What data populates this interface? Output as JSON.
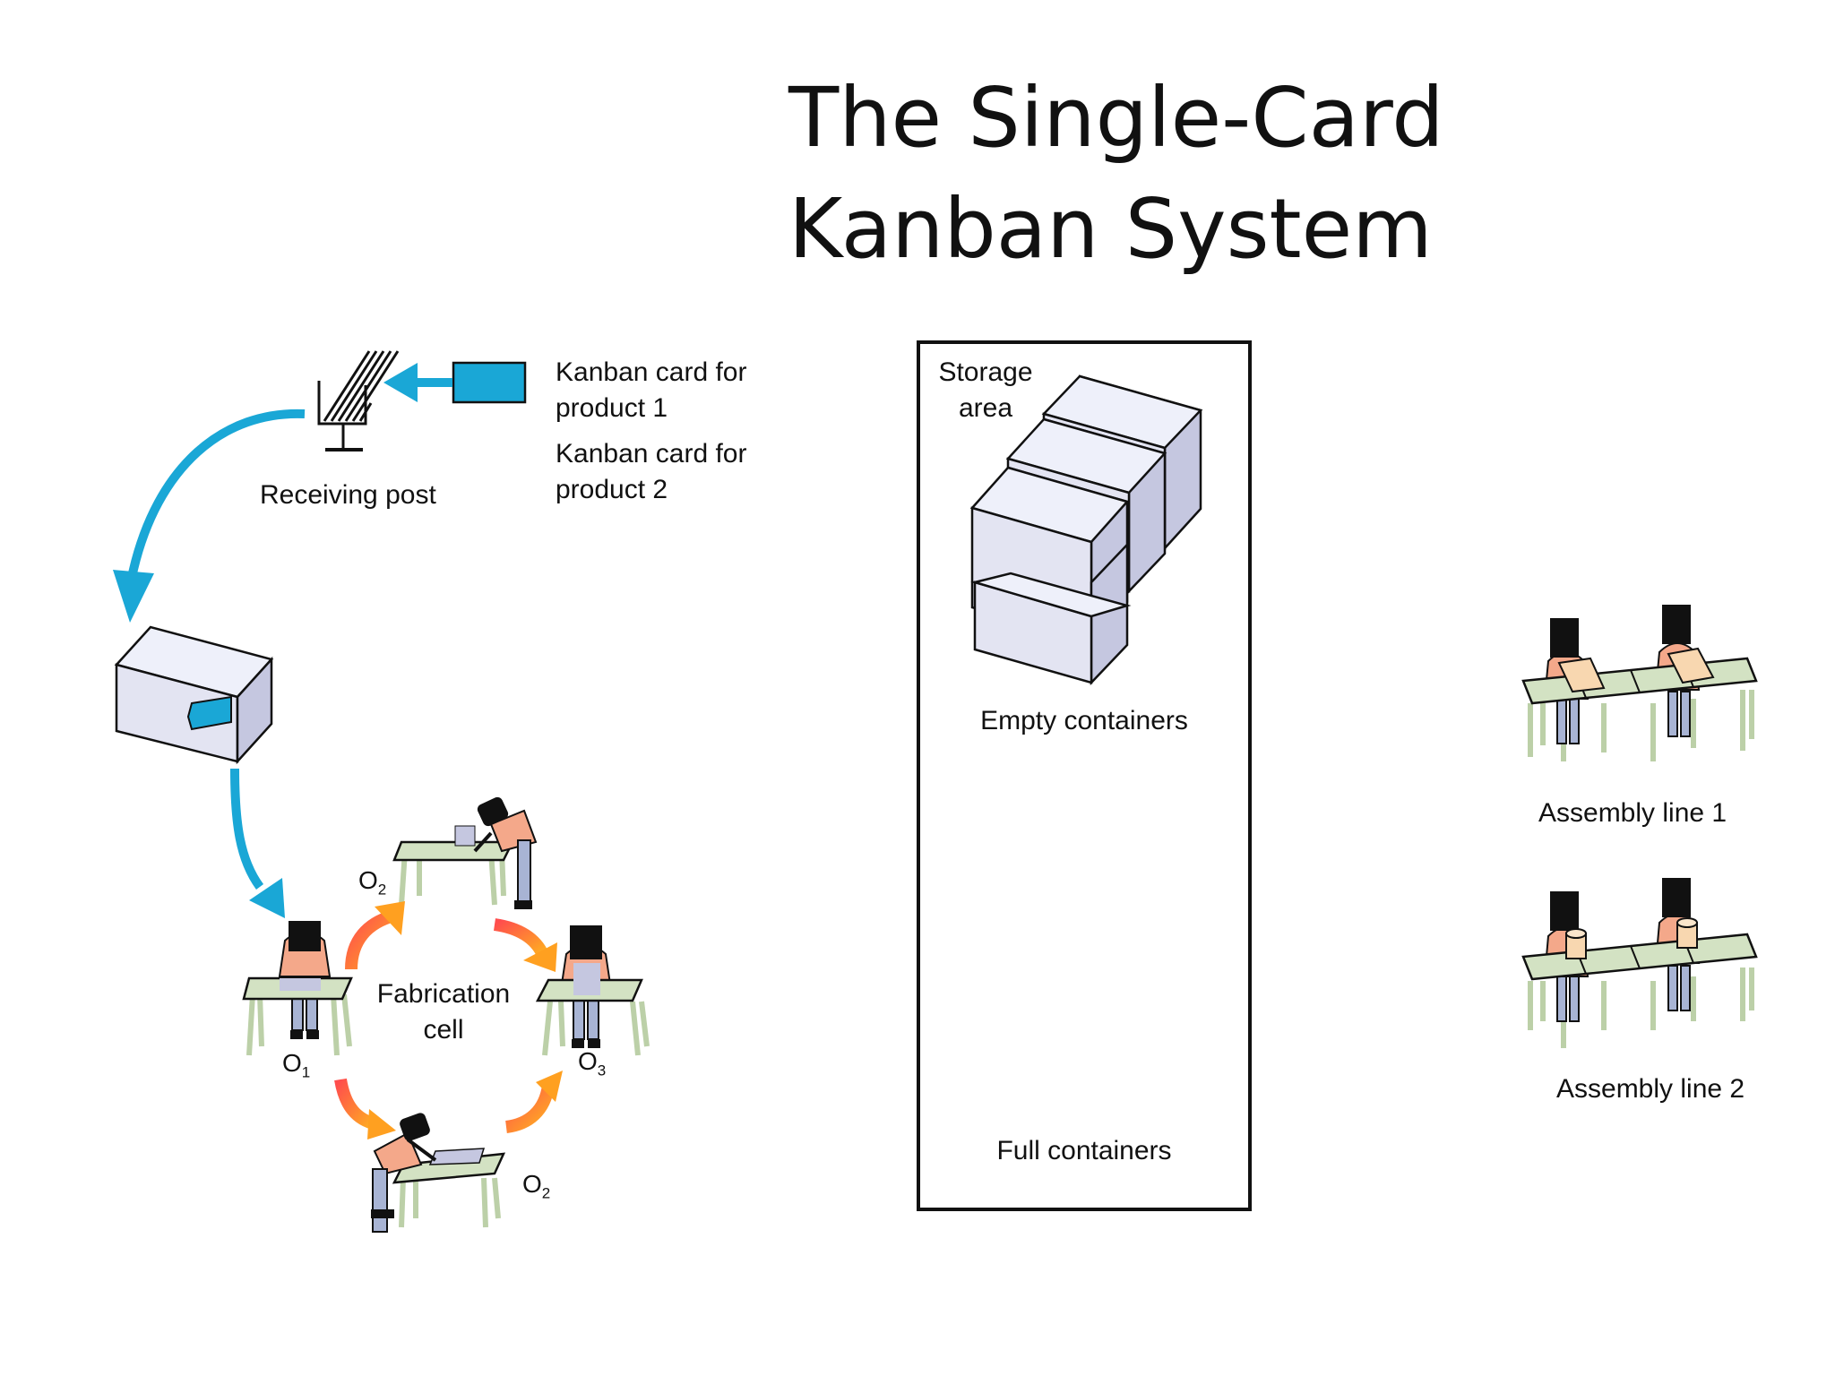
{
  "title": {
    "line1": "The Single-Card",
    "line2": "Kanban System"
  },
  "receiving_post": {
    "label": "Receiving post"
  },
  "kanban_cards": [
    {
      "line1": "Kanban card for",
      "line2": "product 1"
    },
    {
      "line1": "Kanban card for",
      "line2": "product 2"
    }
  ],
  "storage": {
    "area_line1": "Storage",
    "area_line2": "area",
    "empty_label": "Empty containers",
    "full_label": "Full containers"
  },
  "fabrication_cell": {
    "line1": "Fabrication",
    "line2": "cell",
    "operators": [
      {
        "base": "O",
        "sub": "1"
      },
      {
        "base": "O",
        "sub": "2"
      },
      {
        "base": "O",
        "sub": "3"
      },
      {
        "base": "O",
        "sub": "2"
      }
    ]
  },
  "assembly_lines": [
    {
      "label": "Assembly line 1"
    },
    {
      "label": "Assembly line 2"
    }
  ],
  "colors": {
    "flow_arrow": "#1aa7d6",
    "card_fill": "#1aa7d6",
    "container_fill": "#e3e4f2",
    "container_side": "#c5c7e0",
    "cell_arrow_start": "#ff4d4d",
    "cell_arrow_end": "#ffb020",
    "table_top": "#d3e2c3",
    "skin": "#f4a88a",
    "pants": "#a8b4d4"
  }
}
